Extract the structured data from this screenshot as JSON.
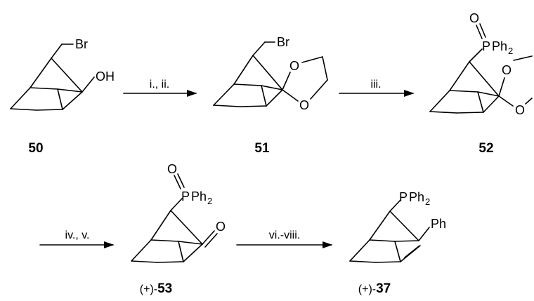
{
  "compounds": {
    "c50": {
      "number": "50"
    },
    "c51": {
      "number": "51"
    },
    "c52": {
      "number": "52"
    },
    "c53": {
      "prefix": "(+)-",
      "number": "53"
    },
    "c37": {
      "prefix": "(+)-",
      "number": "37"
    }
  },
  "atoms": {
    "br": "Br",
    "oh": "OH",
    "o": "O",
    "p": "P",
    "ph": "Ph",
    "sub2": "2"
  },
  "conditions": {
    "step1": "i., ii.",
    "step2": "iii.",
    "step3": "iv., v.",
    "step4": "vi.-viii."
  }
}
